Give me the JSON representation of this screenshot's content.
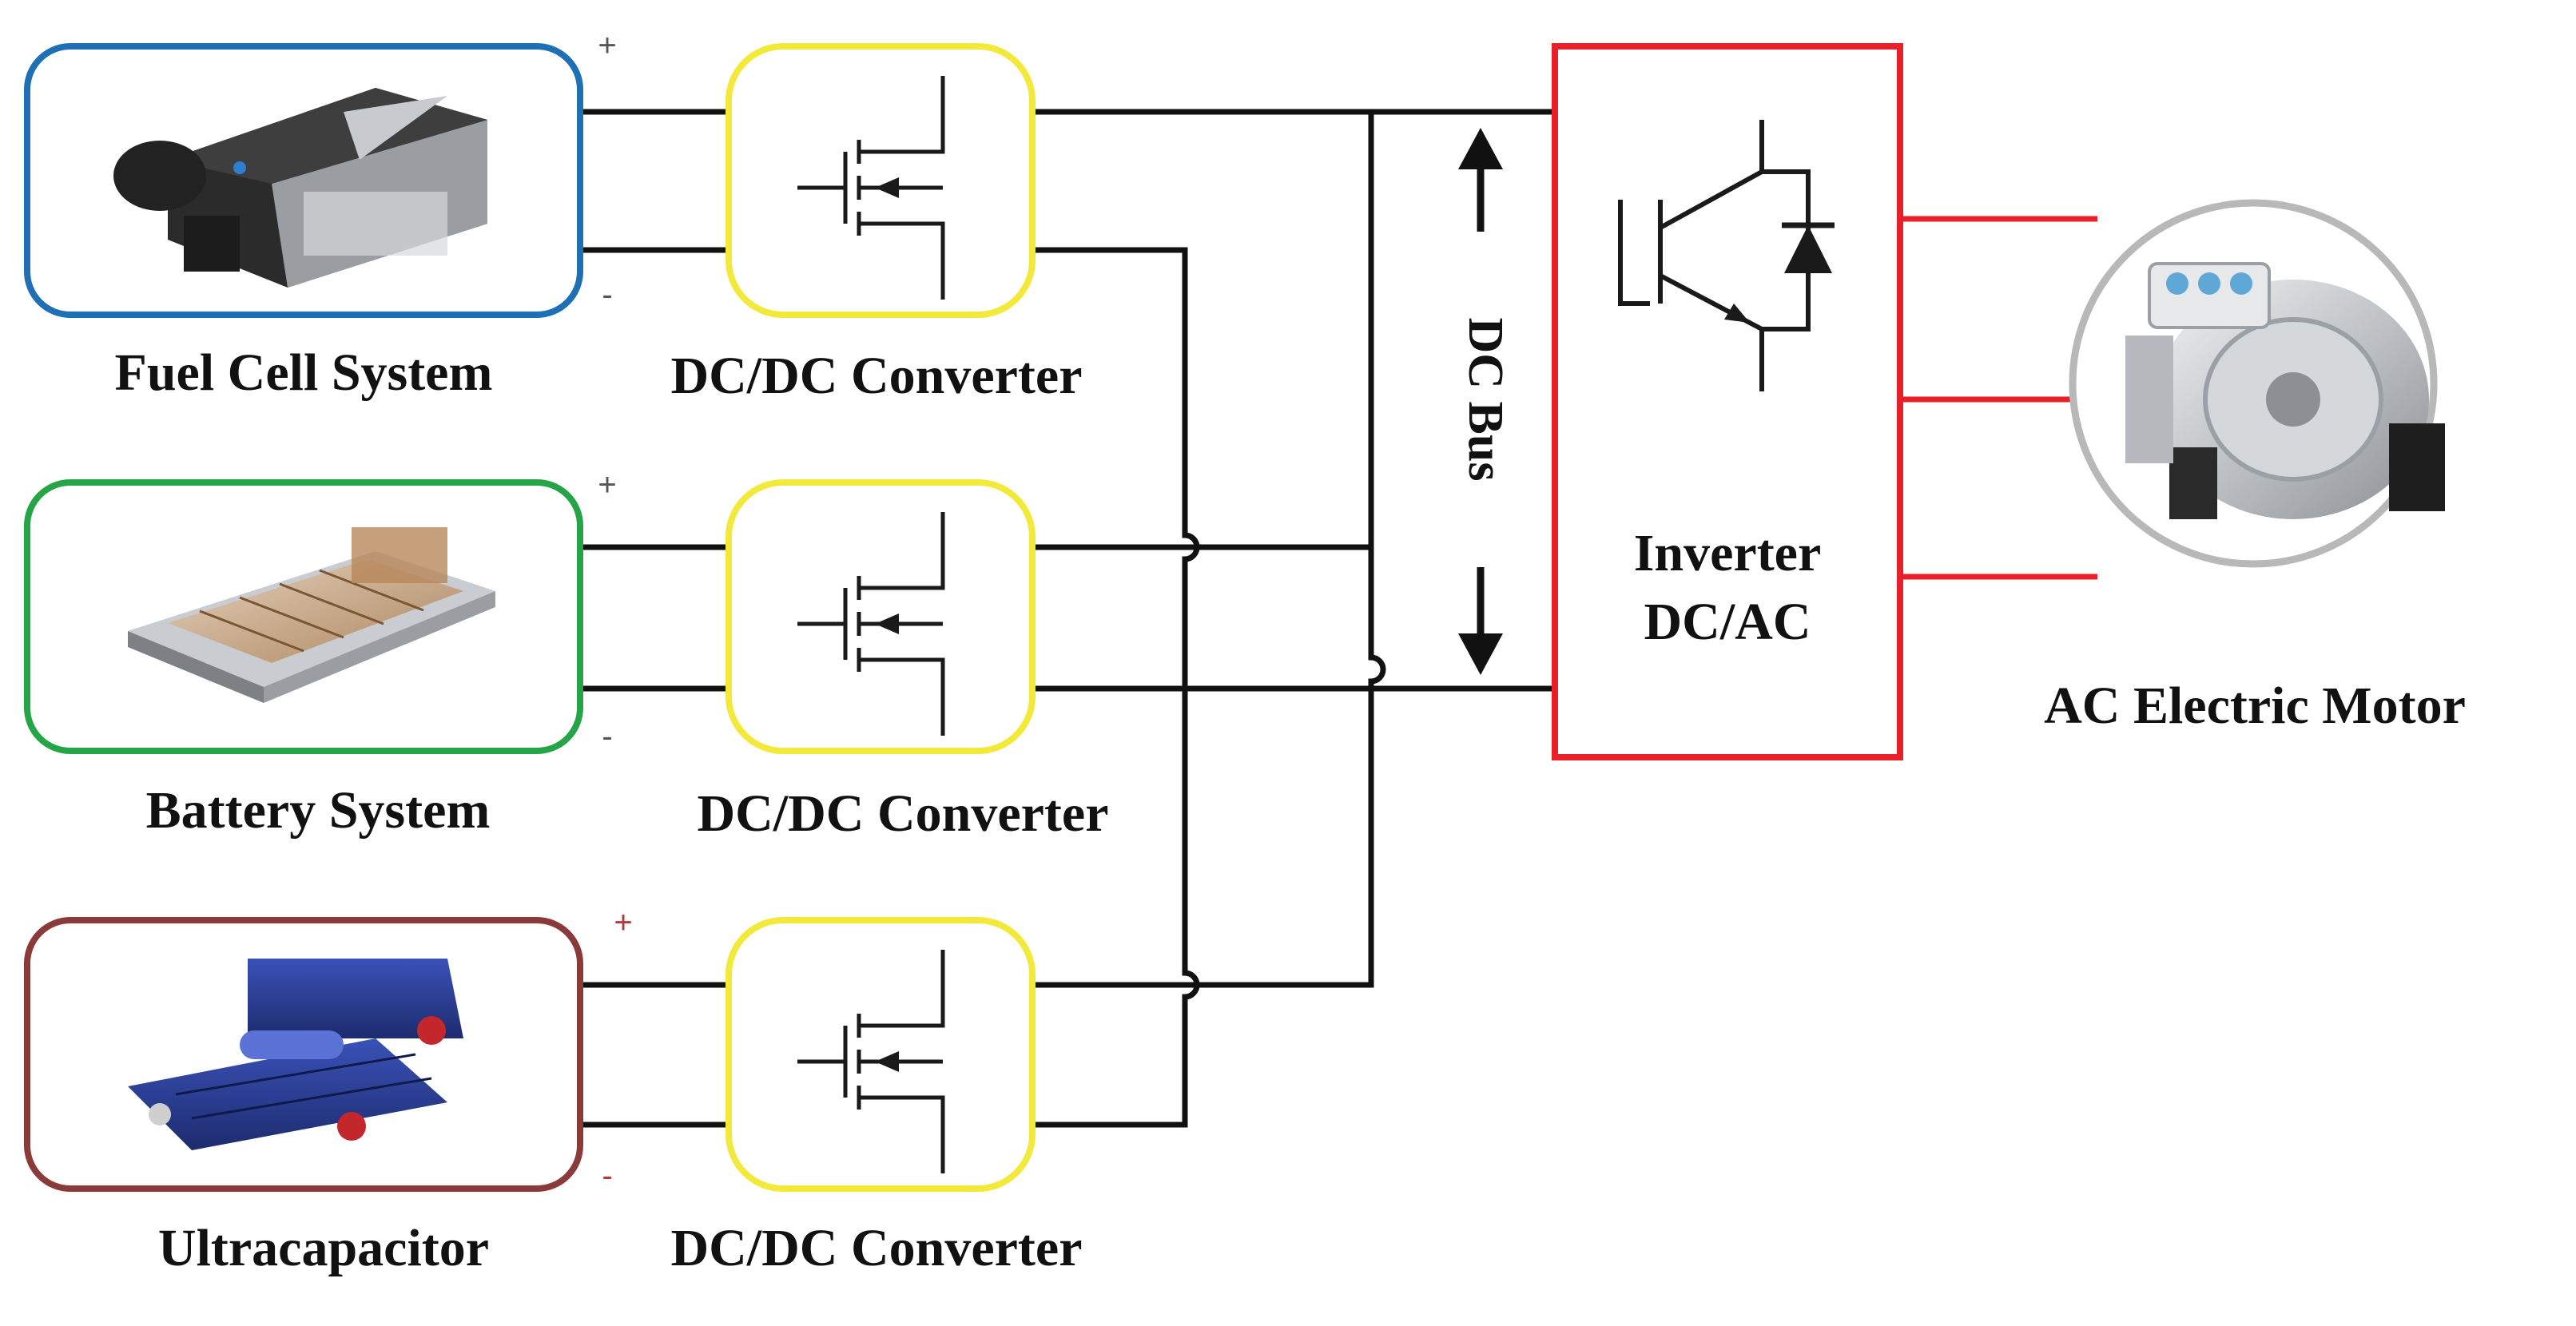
{
  "sources": [
    {
      "label": "Fuel Cell System",
      "border_color": "#1f6fb4",
      "image": "fuel-cell-stack"
    },
    {
      "label": "Battery System",
      "border_color": "#26a548",
      "image": "battery-pack"
    },
    {
      "label": "Ultracapacitor",
      "border_color": "#8b3a3a",
      "image": "ultracapacitor-module"
    }
  ],
  "terminals": {
    "plus": "+",
    "minus": "-"
  },
  "converters": [
    {
      "label": "DC/DC Converter",
      "border_color": "#f3e93a"
    },
    {
      "label": "DC/DC Converter",
      "border_color": "#f3e93a"
    },
    {
      "label": "DC/DC Converter",
      "border_color": "#f3e93a"
    }
  ],
  "bus": {
    "label": "DC Bus"
  },
  "inverter": {
    "line1": "Inverter",
    "line2": "DC/AC",
    "border_color": "#e8202a"
  },
  "motor": {
    "label": "AC Electric Motor",
    "border_color": "#b8b8b8"
  }
}
